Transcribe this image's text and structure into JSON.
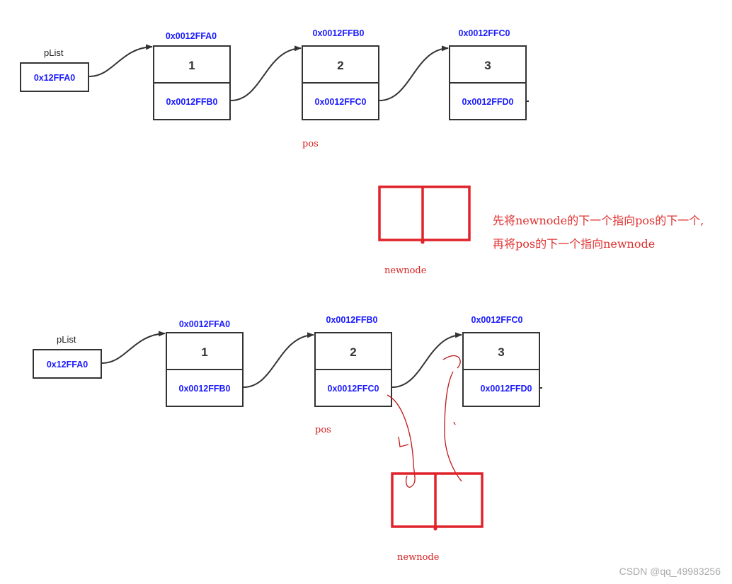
{
  "diagram": {
    "top": {
      "head_label": "pList",
      "head_value": "0x12FFA0",
      "nodes": [
        {
          "address": "0x0012FFA0",
          "value": "1",
          "next": "0x0012FFB0"
        },
        {
          "address": "0x0012FFB0",
          "value": "2",
          "next": "0x0012FFC0"
        },
        {
          "address": "0x0012FFC0",
          "value": "3",
          "next": "0x0012FFD0"
        }
      ],
      "pos_label": "pos",
      "newnode_label": "newnode"
    },
    "note": {
      "line1": "先将newnode的下一个指向pos的下一个,",
      "line2": "再将pos的下一个指向newnode"
    },
    "bottom": {
      "head_label": "pList",
      "head_value": "0x12FFA0",
      "nodes": [
        {
          "address": "0x0012FFA0",
          "value": "1",
          "next": "0x0012FFB0"
        },
        {
          "address": "0x0012FFB0",
          "value": "2",
          "next": "0x0012FFC0"
        },
        {
          "address": "0x0012FFC0",
          "value": "3",
          "next": "0x0012FFD0"
        }
      ],
      "pos_label": "pos",
      "newnode_label": "newnode"
    },
    "watermark": "CSDN @qq_49983256"
  },
  "colors": {
    "address_text": "#1a1aff",
    "box_stroke": "#333333",
    "newnode_stroke": "#e0222a",
    "annotation": "#e03030"
  }
}
